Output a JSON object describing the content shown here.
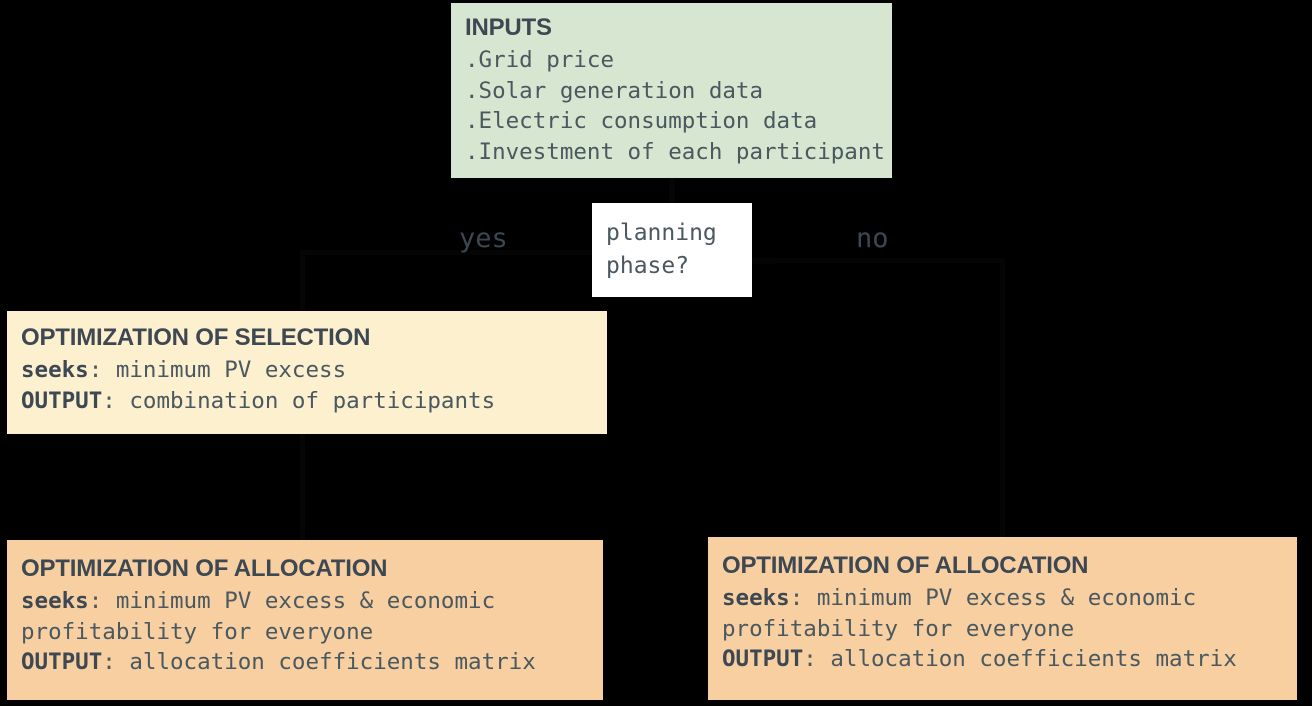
{
  "diagram": {
    "background_color": "#000000",
    "text_color": "#3d4852",
    "nodes": {
      "inputs": {
        "title": "INPUTS",
        "color": "#d7e6d0",
        "lines": [
          ".Grid price",
          ".Solar generation data",
          ".Electric consumption data",
          ".Investment of each participant"
        ]
      },
      "decision": {
        "color": "#ffffff",
        "line1": "planning",
        "line2": "phase?"
      },
      "selection": {
        "title": "OPTIMIZATION OF SELECTION",
        "color": "#fdf0cf",
        "seeks_label": "seeks",
        "seeks_value": ": minimum PV excess",
        "output_label": "OUTPUT",
        "output_value": ": combination of participants"
      },
      "allocation_left": {
        "title": "OPTIMIZATION OF ALLOCATION",
        "color": "#f8cfa1",
        "seeks_label": "seeks",
        "seeks_value": ": minimum PV excess & economic",
        "seeks_value_cont": "profitability for everyone",
        "output_label": "OUTPUT",
        "output_value": ": allocation coefficients matrix"
      },
      "allocation_right": {
        "title": "OPTIMIZATION OF ALLOCATION",
        "color": "#f8cfa1",
        "seeks_label": "seeks",
        "seeks_value": ": minimum PV excess & economic",
        "seeks_value_cont": "profitability for everyone",
        "output_label": "OUTPUT",
        "output_value": ": allocation coefficients matrix"
      }
    },
    "edges": {
      "yes_label": "yes",
      "no_label": "no"
    }
  }
}
